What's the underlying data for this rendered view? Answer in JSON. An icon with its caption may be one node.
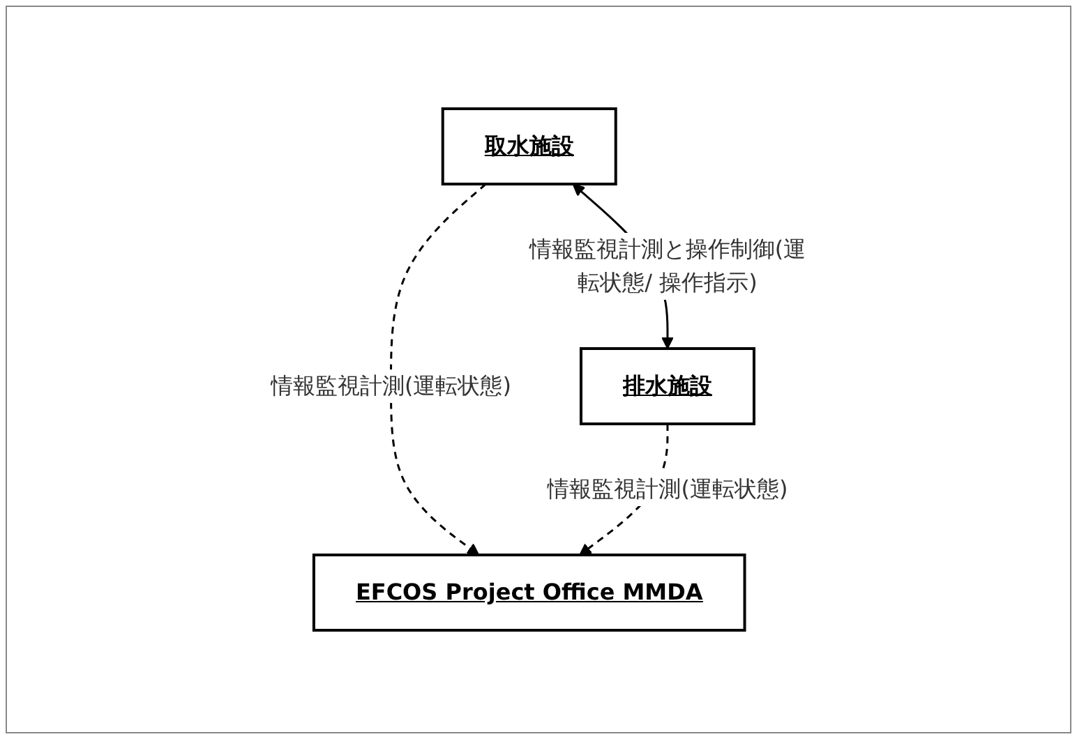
{
  "diagram": {
    "nodes": [
      {
        "text": [
          "取水施設"
        ]
      },
      {
        "text": [
          "排水施設"
        ]
      },
      {
        "text": [
          "EFCOS Project Office MMDA"
        ]
      }
    ],
    "edges": [
      {
        "from": 0,
        "to": 1,
        "arrow": "both",
        "label": "情報監視計測と操作制御(運転状態/ 操作指示)"
      },
      {
        "from": 0,
        "to": 2,
        "arrow": "to",
        "style": "dashed",
        "label": "情報監視計測(運転状態)"
      },
      {
        "from": 1,
        "to": 2,
        "arrow": "to",
        "style": "dashed",
        "label": "情報監視計測(運転状態)"
      }
    ]
  }
}
